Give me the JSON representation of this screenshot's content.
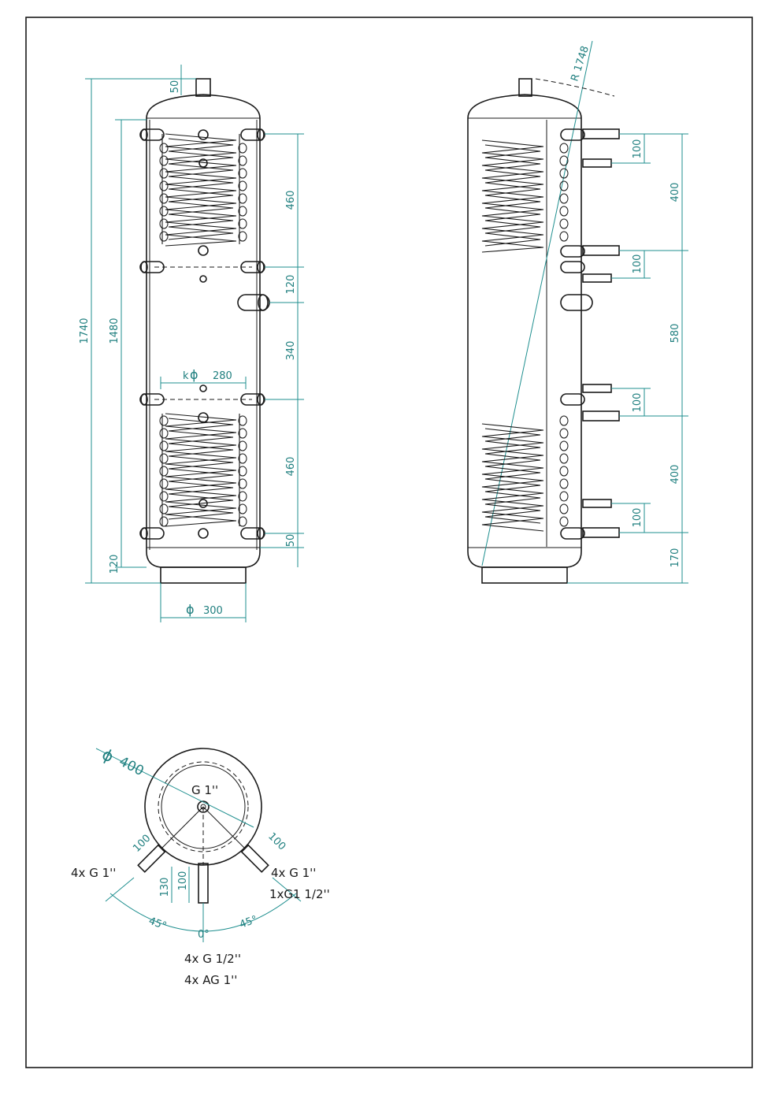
{
  "colors": {
    "line": "#1a1a1a",
    "dimension": "#1f8f8f",
    "background": "#ffffff"
  },
  "front_view": {
    "height_total": "1740",
    "height_coils": "1480",
    "top_nozzle": "50",
    "bottom_offset": "120",
    "seg_upper_coil": "460",
    "seg_120": "120",
    "seg_340": "340",
    "seg_lower_coil": "460",
    "seg_bottom": "50",
    "inner_diameter": "280",
    "inner_prefix": "k",
    "phi": "ϕ",
    "foot_diameter": "300"
  },
  "side_view": {
    "radius": "R 1748",
    "seg_100_a": "100",
    "seg_400_a": "400",
    "seg_100_b": "100",
    "seg_580": "580",
    "seg_100_c": "100",
    "seg_400_b": "400",
    "seg_100_d": "100",
    "seg_170": "170"
  },
  "top_view": {
    "diameter": "400",
    "center_conn": "G 1''",
    "left_conn": "4x G 1''",
    "right_conn_1": "4x G 1''",
    "right_conn_2": "1xG1 1/2''",
    "bottom_conn_1": "4x G 1/2''",
    "bottom_conn_2": "4x AG 1''",
    "dist_left": "100",
    "dist_right": "100",
    "dist_bottom": "100",
    "dist_130": "130",
    "angle_left": "45°",
    "angle_right": "45°",
    "angle_zero": "0°"
  }
}
